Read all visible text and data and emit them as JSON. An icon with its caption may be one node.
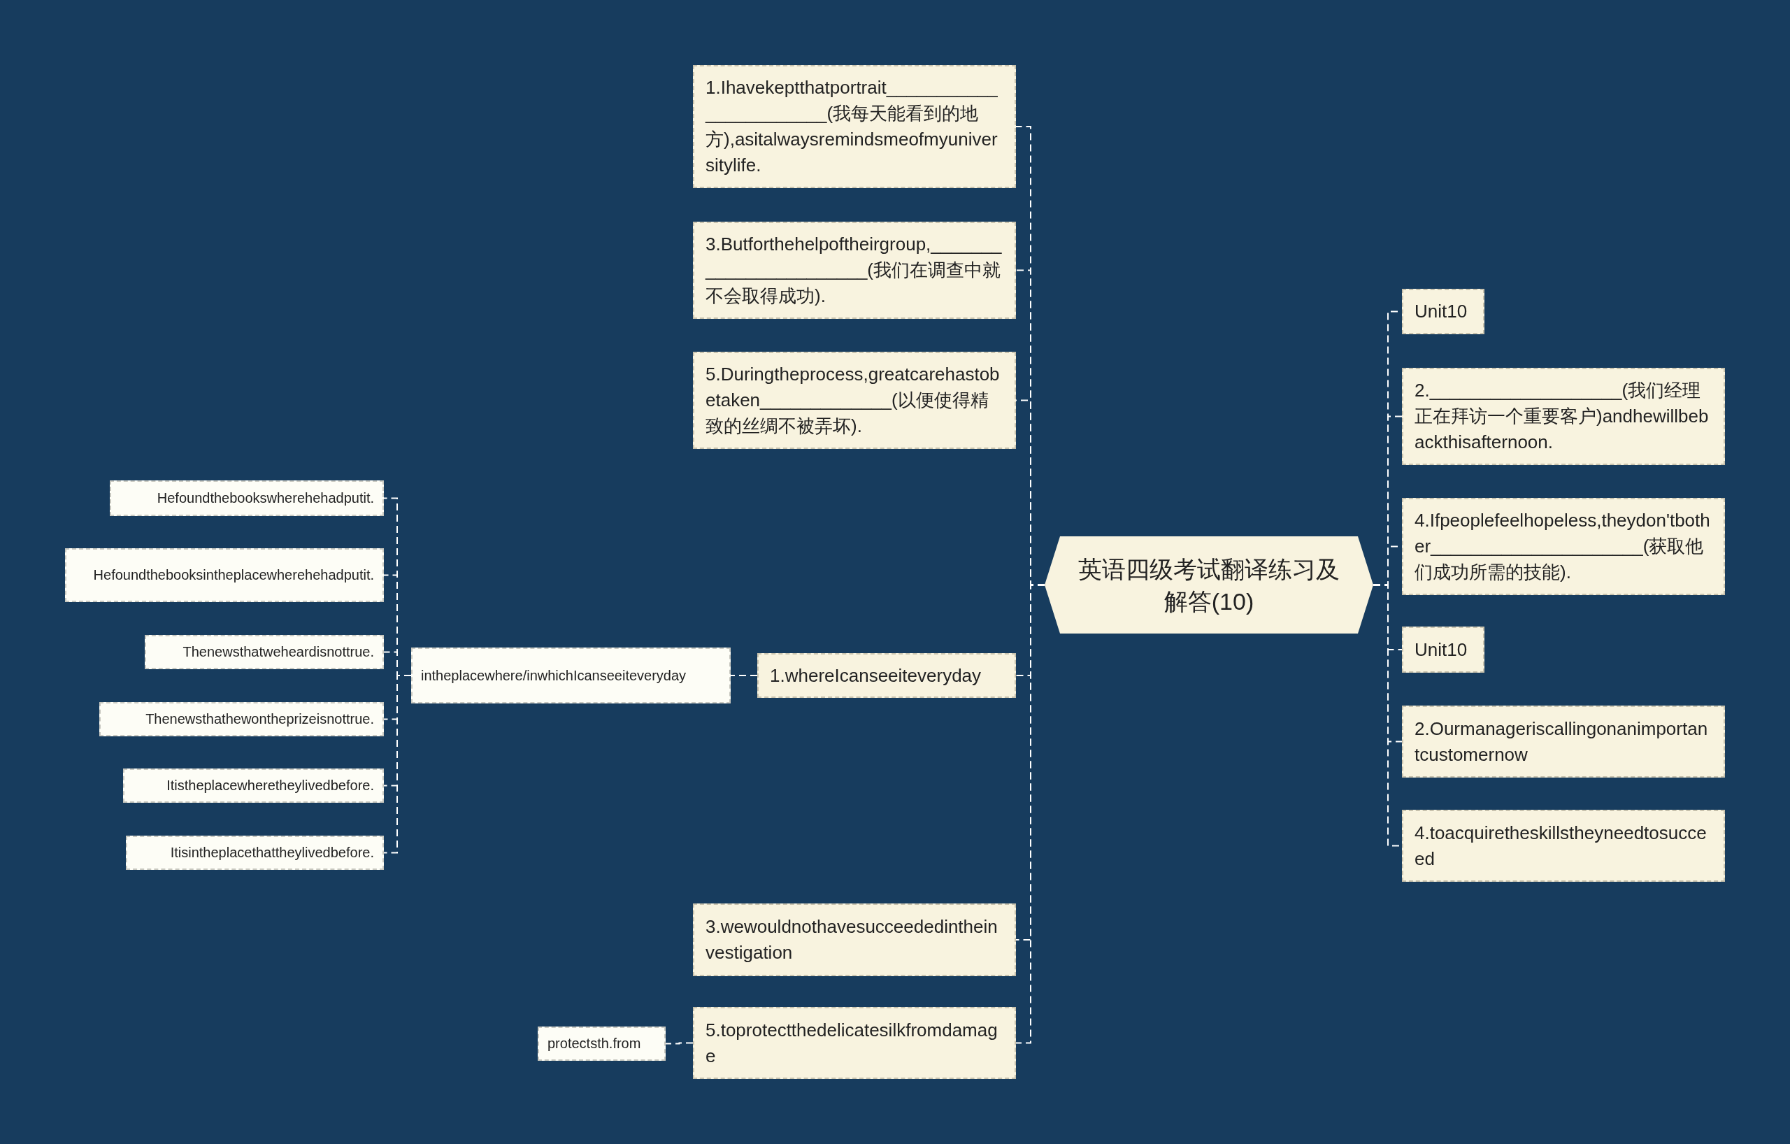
{
  "diagram": {
    "nodes": [
      {
        "text": [
          "英语四级考试翻译练习及解答(10)"
        ]
      },
      {
        "text": [
          "1.Ihavekeptthatportrait_______________________(我每天能看到的地方),asitalwaysremindsmeofmyuniversitylife."
        ]
      },
      {
        "text": [
          "3.Butforthehelpoftheirgroup,_______________________(我们在调查中就不会取得成功)."
        ]
      },
      {
        "text": [
          "5.Duringtheprocess,greatcarehastobetaken_____________(以便使得精致的丝绸不被弄坏)."
        ]
      },
      {
        "text": [
          "1.whereIcanseeiteveryday"
        ]
      },
      {
        "text": [
          "3.wewouldnothavesucceededintheinvestigation"
        ]
      },
      {
        "text": [
          "5.toprotectthedelicatesilkfromdamage"
        ]
      },
      {
        "text": [
          "Unit10"
        ]
      },
      {
        "text": [
          "2.___________________(我们经理正在拜访一个重要客户)andhewillbebackthisafternoon."
        ]
      },
      {
        "text": [
          "4.Ifpeoplefeelhopeless,theydon'tbother_____________________(获取他们成功所需的技能)."
        ]
      },
      {
        "text": [
          "Unit10"
        ]
      },
      {
        "text": [
          "2.Ourmanageriscallingonanimportantcustomernow"
        ]
      },
      {
        "text": [
          "4.toacquiretheskillstheyneedtosucceed"
        ]
      },
      {
        "text": [
          "intheplacewhere/inwhichIcanseeiteveryday"
        ]
      },
      {
        "text": [
          "protectsth.from"
        ]
      },
      {
        "text": [
          "Hefoundthebookswherehehadputit."
        ]
      },
      {
        "text": [
          "Hefoundthebooksintheplacewherehehadputit."
        ]
      },
      {
        "text": [
          "Thenewsthatweheardisnottrue."
        ]
      },
      {
        "text": [
          "Thenewsthathewontheprizeisnottrue."
        ]
      },
      {
        "text": [
          "Itistheplacewheretheylivedbefore."
        ]
      },
      {
        "text": [
          "Itisintheplacethattheylivedbefore."
        ]
      }
    ],
    "edges": [
      {
        "from": 0,
        "to": 1,
        "arrow": "none"
      },
      {
        "from": 0,
        "to": 2,
        "arrow": "none"
      },
      {
        "from": 0,
        "to": 3,
        "arrow": "none"
      },
      {
        "from": 0,
        "to": 4,
        "arrow": "none"
      },
      {
        "from": 0,
        "to": 5,
        "arrow": "none"
      },
      {
        "from": 0,
        "to": 6,
        "arrow": "none"
      },
      {
        "from": 0,
        "to": 7,
        "arrow": "none"
      },
      {
        "from": 0,
        "to": 8,
        "arrow": "none"
      },
      {
        "from": 0,
        "to": 9,
        "arrow": "none"
      },
      {
        "from": 0,
        "to": 10,
        "arrow": "none"
      },
      {
        "from": 0,
        "to": 11,
        "arrow": "none"
      },
      {
        "from": 0,
        "to": 12,
        "arrow": "none"
      },
      {
        "from": 4,
        "to": 13,
        "arrow": "none"
      },
      {
        "from": 6,
        "to": 14,
        "arrow": "none"
      },
      {
        "from": 13,
        "to": 15,
        "arrow": "none"
      },
      {
        "from": 13,
        "to": 16,
        "arrow": "none"
      },
      {
        "from": 13,
        "to": 17,
        "arrow": "none"
      },
      {
        "from": 13,
        "to": 18,
        "arrow": "none"
      },
      {
        "from": 13,
        "to": 19,
        "arrow": "none"
      },
      {
        "from": 13,
        "to": 20,
        "arrow": "none"
      }
    ]
  }
}
